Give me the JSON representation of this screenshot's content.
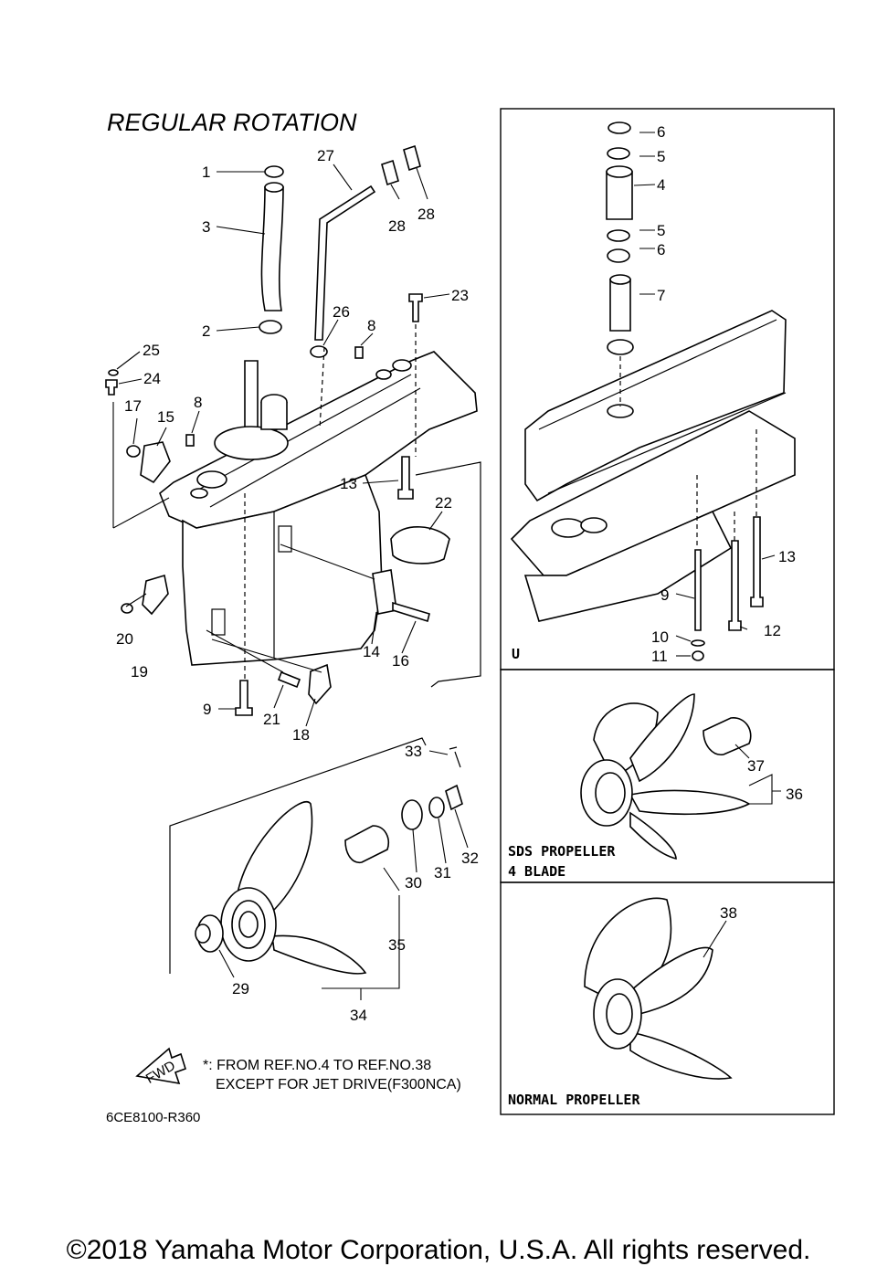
{
  "title": "REGULAR ROTATION",
  "panel_labels": {
    "upper_case": "U",
    "sds_line1": "SDS PROPELLER",
    "sds_line2": "4 BLADE",
    "normal": "NORMAL PROPELLER"
  },
  "callouts": [
    "1",
    "3",
    "27",
    "28",
    "28",
    "2",
    "26",
    "8",
    "23",
    "25",
    "24",
    "17",
    "15",
    "8",
    "13",
    "22",
    "20",
    "19",
    "14",
    "16",
    "9",
    "21",
    "18",
    "33",
    "32",
    "31",
    "30",
    "35",
    "29",
    "34",
    "6",
    "5",
    "4",
    "5",
    "6",
    "7",
    "13",
    "9",
    "12",
    "10",
    "11",
    "37",
    "36",
    "38"
  ],
  "fwd_label": "FWD",
  "note_line1": "*: FROM REF.NO.4 TO REF.NO.38",
  "note_line2": "EXCEPT FOR JET DRIVE(F300NCA)",
  "diagram_code": "6CE8100-R360",
  "copyright": "©2018 Yamaha Motor Corporation, U.S.A. All rights reserved."
}
